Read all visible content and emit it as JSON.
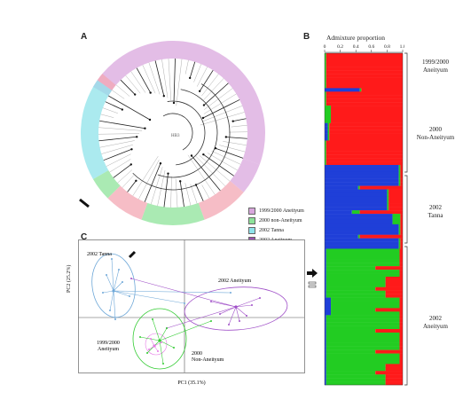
{
  "panels": {
    "a": "A",
    "b": "B",
    "c": "C"
  },
  "legend": [
    {
      "label": "1999/2000 Aneityum",
      "color": "#d9a7dd"
    },
    {
      "label": "2000 non-Aneityum",
      "color": "#8ee39a"
    },
    {
      "label": "2002 Tanna",
      "color": "#8fe3ea"
    },
    {
      "label": "2002 Aneityum",
      "color": "#9a55b0"
    }
  ],
  "admixture": {
    "title": "Admixture proportion",
    "ticks": [
      "0",
      "0.2",
      "0.4",
      "0.6",
      "0.8",
      "1.0"
    ],
    "groups": [
      {
        "line1": "1999/2000",
        "line2": "Aneityum"
      },
      {
        "line1": "2000",
        "line2": "Non-Aneityum"
      },
      {
        "line1": "2002",
        "line2": "Tanna"
      },
      {
        "line1": "2002",
        "line2": "Aneityum"
      }
    ],
    "colors": {
      "red": "#ff1a1a",
      "blue": "#1f3fd8",
      "green": "#22cc22"
    }
  },
  "pca": {
    "xlabel": "PC1 (35.1%)",
    "ylabel": "PC2 (25.2%)",
    "groups": [
      {
        "name": "2002 Tanna",
        "color": "#6fa8d8"
      },
      {
        "name": "2002 Aneityum",
        "color": "#a050c8"
      },
      {
        "line1": "1999/2000",
        "line2": "Aneityum",
        "color": "#e67be6"
      },
      {
        "line1": "2000",
        "line2": "Non-Aneityum",
        "color": "#33cc33"
      }
    ]
  },
  "tree": {
    "center_label": "HB3"
  }
}
